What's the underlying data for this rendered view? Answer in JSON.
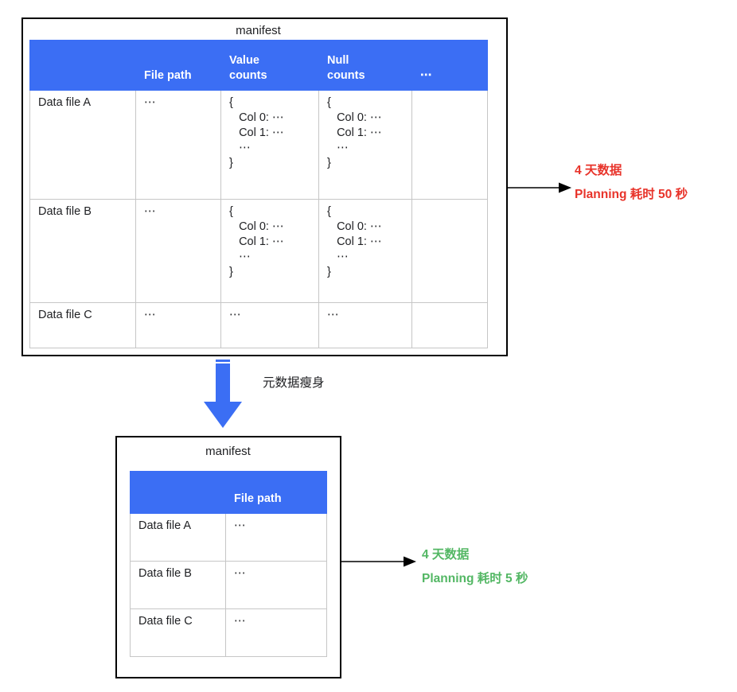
{
  "diagram": {
    "transform_label": "元数据瘦身"
  },
  "top": {
    "caption": "manifest",
    "columns": [
      "",
      "File path",
      "Value\ncounts",
      "Null\ncounts",
      "⋯"
    ],
    "column_labels": {
      "c0": "",
      "c1": "File path",
      "c2_line1": "Value",
      "c2_line2": "counts",
      "c3_line1": "Null",
      "c3_line2": "counts",
      "c4": "⋯"
    },
    "rows": [
      {
        "name": "Data file A",
        "file_path": "⋯",
        "value_counts": "{\n   Col 0: ⋯\n   Col 1: ⋯\n   ⋯\n}",
        "null_counts": "{\n   Col 0: ⋯\n   Col 1: ⋯\n   ⋯\n}",
        "more": ""
      },
      {
        "name": "Data file B",
        "file_path": "⋯",
        "value_counts": "{\n   Col 0: ⋯\n   Col 1: ⋯\n   ⋯\n}",
        "null_counts": "{\n   Col 0: ⋯\n   Col 1: ⋯\n   ⋯\n}",
        "more": ""
      },
      {
        "name": "Data file C",
        "file_path": "⋯",
        "value_counts": "⋯",
        "null_counts": "⋯",
        "more": ""
      }
    ],
    "annotation": {
      "line1": "4 天数据",
      "line2": "Planning 耗时 50 秒",
      "color": "#e8332a"
    }
  },
  "bottom": {
    "caption": "manifest",
    "column_labels": {
      "c0": "",
      "c1": "File path"
    },
    "rows": [
      {
        "name": "Data file A",
        "file_path": "⋯"
      },
      {
        "name": "Data file B",
        "file_path": "⋯"
      },
      {
        "name": "Data file C",
        "file_path": "⋯"
      }
    ],
    "annotation": {
      "line1": "4 天数据",
      "line2": "Planning 耗时 5 秒",
      "color": "#53b764"
    }
  },
  "colors": {
    "header_blue": "#3b6ef4",
    "arrow_blue": "#3b6ef4",
    "grid_line": "#c6c6c6",
    "frame": "#000000",
    "slow_red": "#e8332a",
    "fast_green": "#53b764"
  }
}
